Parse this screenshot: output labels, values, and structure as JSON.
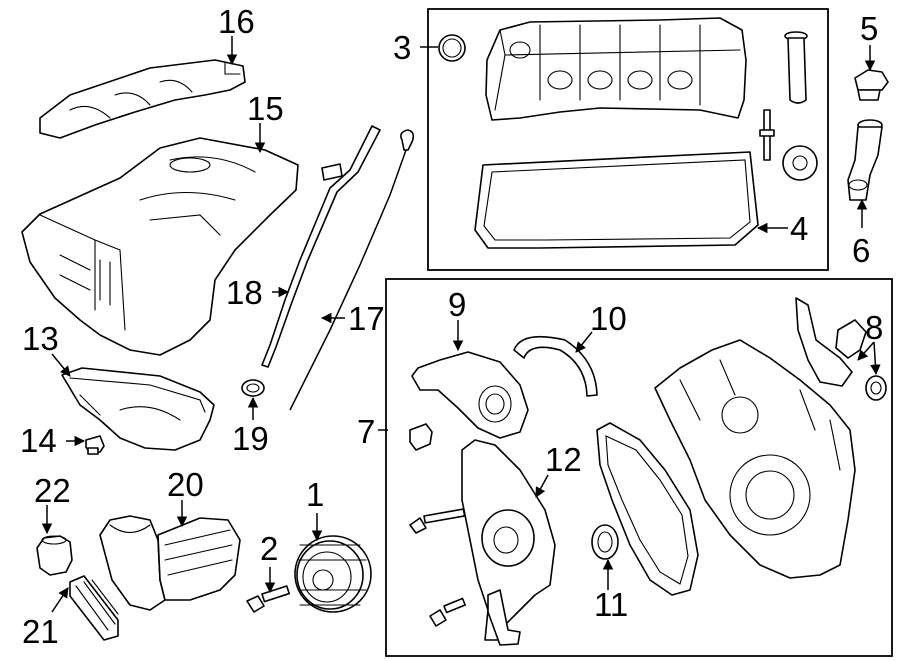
{
  "callouts": {
    "c1": "1",
    "c2": "2",
    "c3": "3",
    "c4": "4",
    "c5": "5",
    "c6": "6",
    "c7": "7",
    "c8": "8",
    "c9": "9",
    "c10": "10",
    "c11": "11",
    "c12": "12",
    "c13": "13",
    "c14": "14",
    "c15": "15",
    "c16": "16",
    "c17": "17",
    "c18": "18",
    "c19": "19",
    "c20": "20",
    "c21": "21",
    "c22": "22"
  },
  "icons": {
    "arrowheads": "filled-triangle"
  }
}
